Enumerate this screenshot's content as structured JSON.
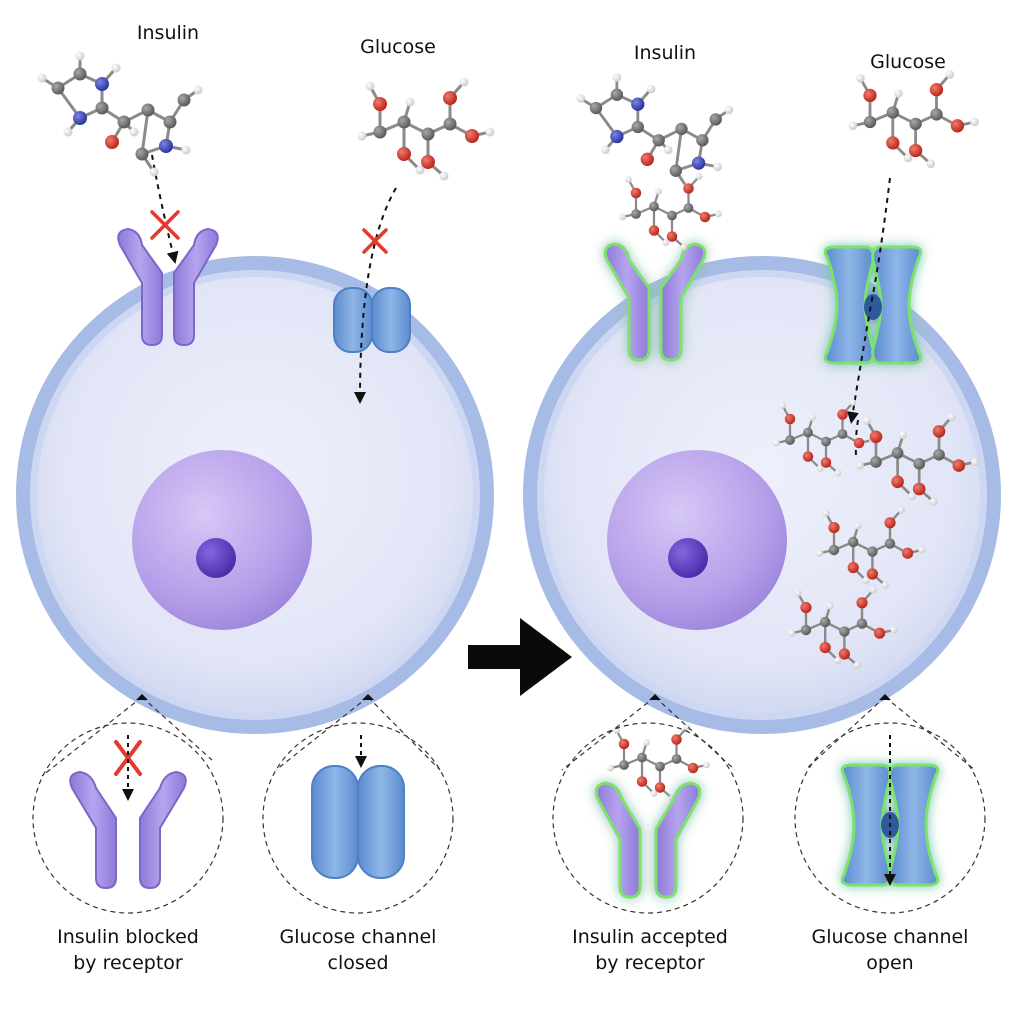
{
  "panels": {
    "left": {
      "insulin_label": "Insulin",
      "glucose_label": "Glucose",
      "receptor_caption_line1": "Insulin blocked",
      "receptor_caption_line2": "by receptor",
      "channel_caption_line1": "Glucose channel",
      "channel_caption_line2": "closed"
    },
    "right": {
      "insulin_label": "Insulin",
      "glucose_label": "Glucose",
      "receptor_caption_line1": "Insulin accepted",
      "receptor_caption_line2": "by receptor",
      "channel_caption_line1": "Glucose channel",
      "channel_caption_line2": "open"
    }
  },
  "colors": {
    "cell_fill": "#e3e6f7",
    "cell_rim": "#a9bde6",
    "nucleus": "#b9a3ec",
    "nucleolus": "#5d3cc0",
    "receptor": "#a893e6",
    "channel": "#6f9fdc",
    "carbon": "#6b6b6b",
    "oxygen": "#d63a2c",
    "nitrogen": "#3a45b3",
    "hydrogen": "#e8e8e8",
    "blocked_mark": "#e23a2e",
    "active_glow": "#7be36b",
    "arrow": "#0a0a0a"
  },
  "icons": [
    "insulin-molecule-icon",
    "glucose-molecule-icon",
    "receptor-icon",
    "channel-icon",
    "blocked-x-icon",
    "transition-arrow-icon"
  ]
}
